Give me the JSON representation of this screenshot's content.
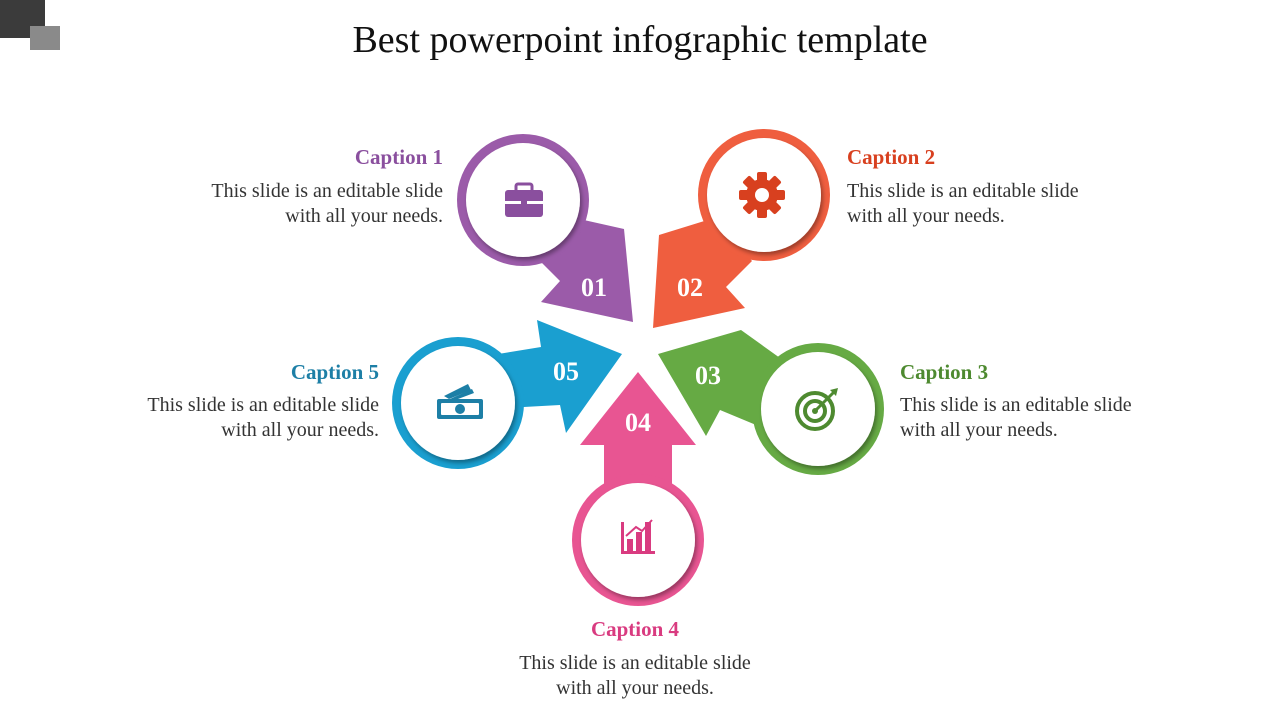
{
  "slide": {
    "title": "Best powerpoint infographic template"
  },
  "steps": [
    {
      "number": "01",
      "caption": "Caption 1",
      "text_line1": "This slide is an editable slide",
      "text_line2": "with all your needs.",
      "color": "#9b5ba9",
      "icon": "briefcase-icon"
    },
    {
      "number": "02",
      "caption": "Caption 2",
      "text_line1": "This slide is an editable slide",
      "text_line2": "with all your needs.",
      "color": "#ef5e3f",
      "icon": "gear-icon"
    },
    {
      "number": "03",
      "caption": "Caption 3",
      "text_line1": "This slide is an editable slide",
      "text_line2": "with all your needs.",
      "color": "#66aa44",
      "icon": "target-icon"
    },
    {
      "number": "04",
      "caption": "Caption 4",
      "text_line1": "This slide is an editable slide",
      "text_line2": "with all your needs.",
      "color": "#e85592",
      "icon": "bar-chart-icon"
    },
    {
      "number": "05",
      "caption": "Caption 5",
      "text_line1": "This slide is an editable slide",
      "text_line2": "with all your needs.",
      "color": "#1a9fd0",
      "icon": "money-icon"
    }
  ],
  "caption_colors": {
    "caption1": "#8a4f9e",
    "caption2": "#d8401f",
    "caption3": "#4e8a30",
    "caption4": "#d93b80",
    "caption5": "#1d7fa6"
  }
}
